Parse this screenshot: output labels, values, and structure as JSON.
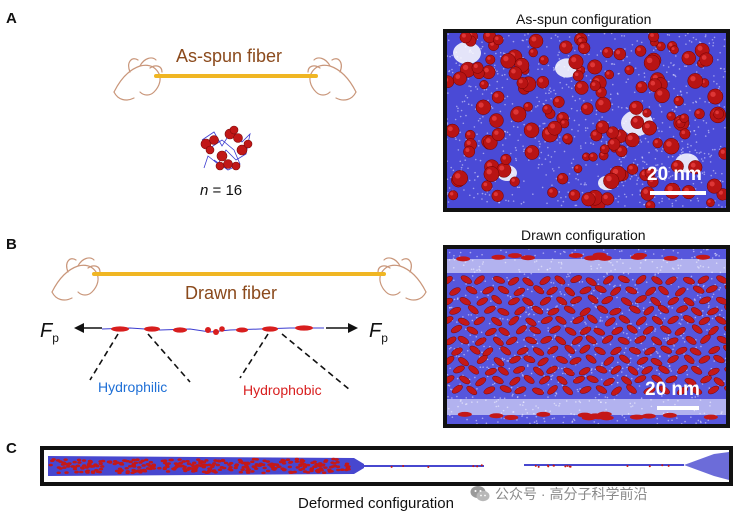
{
  "panels": {
    "a": {
      "letter": "A",
      "title": "As-spun configuration",
      "fiber_label": "As-spun fiber",
      "n_label_var": "n",
      "n_label_rest": " = 16",
      "scale_label": "20 nm"
    },
    "b": {
      "letter": "B",
      "title": "Drawn configuration",
      "fiber_label": "Drawn fiber",
      "force_symbol": "F",
      "force_subscript": "p",
      "hydrophilic_label": "Hydrophilic",
      "hydrophobic_label": "Hydrophobic",
      "scale_label": "20 nm"
    },
    "c": {
      "letter": "C",
      "caption": "Deformed configuration"
    }
  },
  "watermark": "公众号 · 高分子科学前沿",
  "colors": {
    "fiber": "#f0b623",
    "hand": "#c9967a",
    "hydrophobic": "#d81e1e",
    "hydrophilic": "#1e6fd6",
    "polymer_blue": "#3b3bd0",
    "frame": "#111111",
    "label_brown": "#8b4a1c"
  },
  "icons": [
    "hand-icon",
    "wechat-icon",
    "arrow-left-icon",
    "arrow-right-icon"
  ]
}
